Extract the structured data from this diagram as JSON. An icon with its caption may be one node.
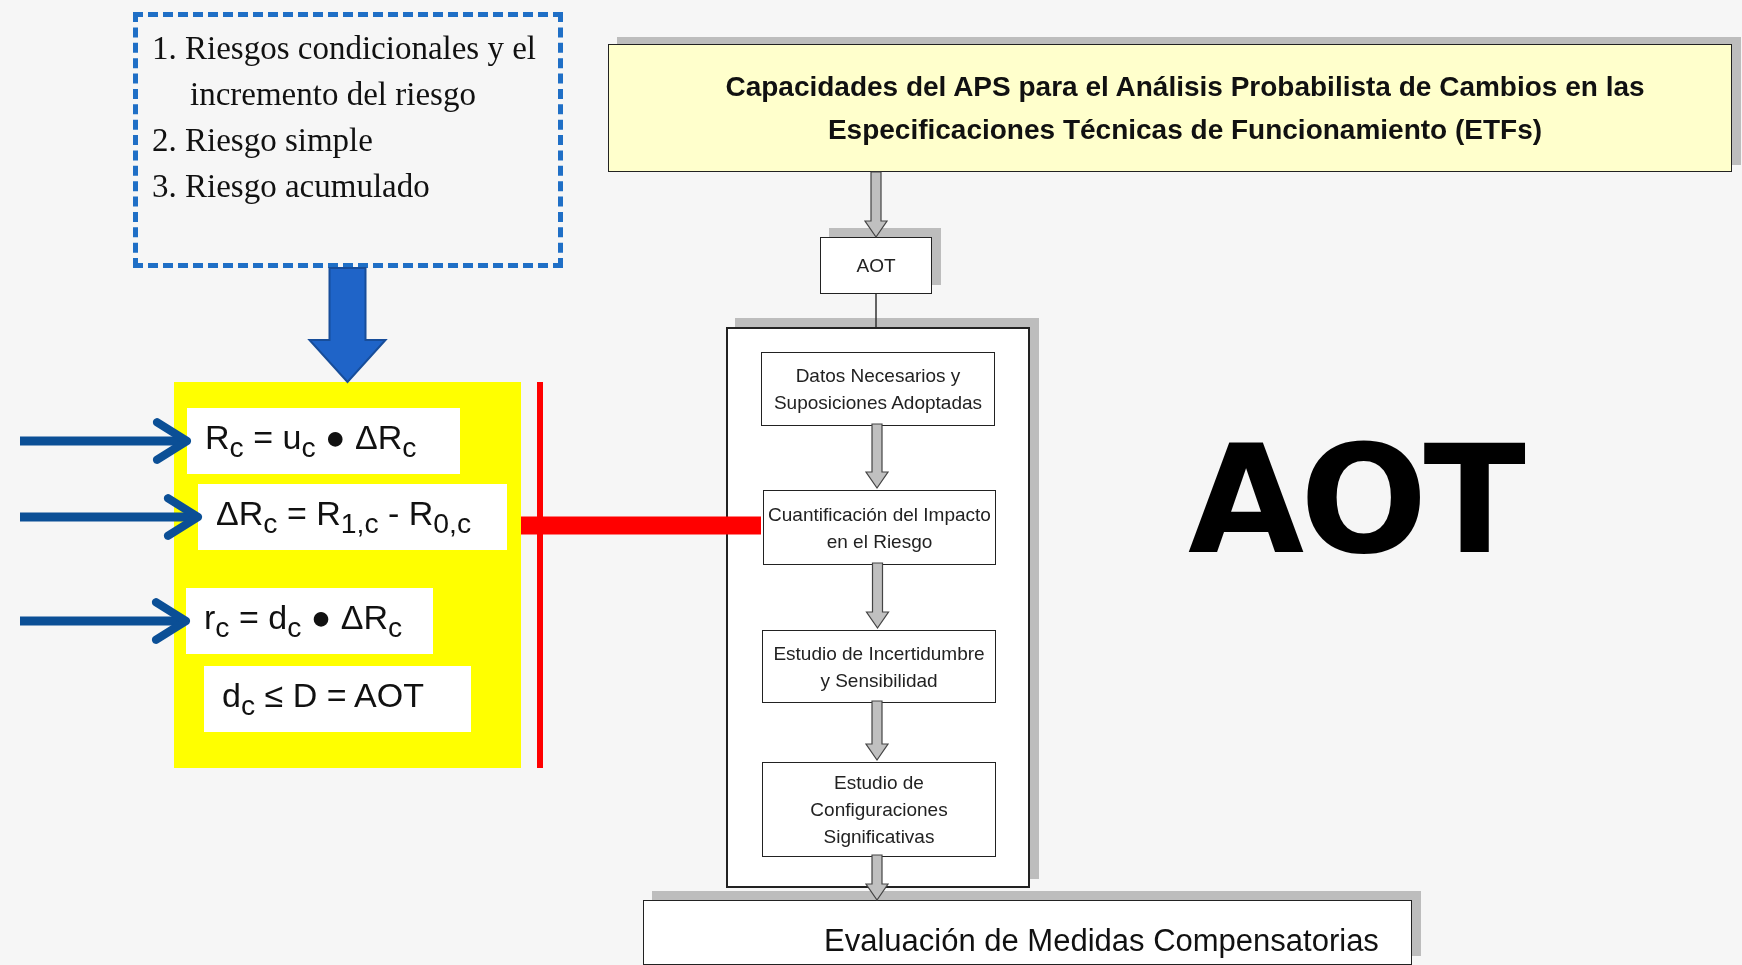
{
  "diagram": {
    "nodes": [
      {
        "text": [
          "1. Riesgos condicionales y el incremento del riesgo",
          "2. Riesgo simple",
          "3. Riesgo acumulado"
        ]
      },
      {
        "text": [],
        "shape": "box"
      },
      {
        "text": [
          "R$_{c}$ = u$_{c}$ ● ΔR$_{c}$"
        ],
        "in": 1
      },
      {
        "text": [
          "ΔR$_{c}$ = R$_{1,c}$ - R$_{0,c}$"
        ],
        "in": 1
      },
      {
        "text": [
          "r$_{c}$ = d$_{c}$ ● ΔR$_{c}$"
        ],
        "in": 1
      },
      {
        "text": [
          "d$_{c}$ ≤ D = AOT"
        ],
        "in": 1
      },
      {
        "text": [
          "Capacidades del APS para el Análisis Probabilista de Cambios en las Especificaciones Técnicas de Funcionamiento (ETFs)"
        ]
      },
      {
        "text": [
          "AOT"
        ]
      },
      {
        "text": [],
        "shape": "box"
      },
      {
        "text": [
          "Datos Necesarios y Suposiciones Adoptadas"
        ],
        "in": 8
      },
      {
        "text": [
          "Cuantificación del Impacto en el Riesgo"
        ],
        "in": 8
      },
      {
        "text": [
          "Estudio de Incertidumbre y Sensibilidad"
        ],
        "in": 8
      },
      {
        "text": [
          "Estudio de Configuraciones Significativas"
        ],
        "in": 8
      },
      {
        "text": [
          "Evaluación de Medidas Compensatorias"
        ]
      }
    ],
    "edges": [
      {
        "from": 0,
        "to": 1,
        "arrow": "to",
        "style": "thick",
        "color": "#1f64c8"
      },
      {
        "from": null,
        "to": 2,
        "arrow": "to",
        "color": "#0b4f96"
      },
      {
        "from": null,
        "to": 3,
        "arrow": "to",
        "color": "#0b4f96"
      },
      {
        "from": null,
        "to": 4,
        "arrow": "to",
        "color": "#0b4f96"
      },
      {
        "from": 1,
        "to": 10,
        "arrow": "none",
        "style": "thick",
        "color": "#ff0000"
      },
      {
        "from": 6,
        "to": 7,
        "arrow": "to"
      },
      {
        "from": 7,
        "to": 8,
        "arrow": "none",
        "color": "#333333"
      },
      {
        "from": 9,
        "to": 10,
        "arrow": "to"
      },
      {
        "from": 10,
        "to": 11,
        "arrow": "to"
      },
      {
        "from": 11,
        "to": 12,
        "arrow": "to"
      },
      {
        "from": 12,
        "to": 13,
        "arrow": "to"
      }
    ],
    "labels": [
      "AOT"
    ]
  }
}
